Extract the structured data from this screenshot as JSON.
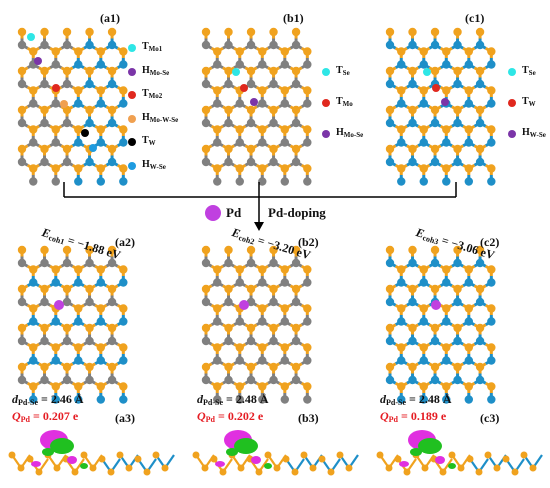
{
  "panels_top": [
    {
      "label": "(a1)"
    },
    {
      "label": "(b1)"
    },
    {
      "label": "(c1)"
    }
  ],
  "legend_a1": [
    {
      "sym": "T",
      "sub": "Mo1",
      "color": "#2ee6e6"
    },
    {
      "sym": "H",
      "sub": "Mo-Se",
      "color": "#7b35a8"
    },
    {
      "sym": "T",
      "sub": "Mo2",
      "color": "#e0281e"
    },
    {
      "sym": "H",
      "sub": "Mo-W-Se",
      "color": "#f0a050"
    },
    {
      "sym": "T",
      "sub": "W",
      "color": "#000000"
    },
    {
      "sym": "H",
      "sub": "W-Se",
      "color": "#1e9be0"
    }
  ],
  "legend_b1": [
    {
      "sym": "T",
      "sub": "Se",
      "color": "#2ee6e6"
    },
    {
      "sym": "T",
      "sub": "Mo",
      "color": "#e0281e"
    },
    {
      "sym": "H",
      "sub": "Mo-Se",
      "color": "#7b35a8"
    }
  ],
  "legend_c1": [
    {
      "sym": "T",
      "sub": "Se",
      "color": "#2ee6e6"
    },
    {
      "sym": "T",
      "sub": "W",
      "color": "#e0281e"
    },
    {
      "sym": "H",
      "sub": "W-Se",
      "color": "#7b35a8"
    }
  ],
  "doping": {
    "atom": "Pd",
    "label": "Pd-doping",
    "atom_color": "#c040e0"
  },
  "panels_mid": [
    {
      "label": "(a2)",
      "ecoh_sym": "E",
      "ecoh_sub": "coh1",
      "ecoh_val": " = −1.88 eV"
    },
    {
      "label": "(b2)",
      "ecoh_sym": "E",
      "ecoh_sub": "coh2",
      "ecoh_val": " = −3.20 eV"
    },
    {
      "label": "(c2)",
      "ecoh_sym": "E",
      "ecoh_sub": "coh3",
      "ecoh_val": " = −3.06 eV"
    }
  ],
  "bond": [
    {
      "sym": "d",
      "sub": "Pd-Se",
      "val": " = 2.46 Å"
    },
    {
      "sym": "d",
      "sub": "Pd-Se",
      "val": " = 2.48 Å"
    },
    {
      "sym": "d",
      "sub": "Pd-Se",
      "val": " = 2.48 Å"
    }
  ],
  "charge": [
    {
      "sym": "Q",
      "sub": "Pd",
      "val": " = 0.207 e"
    },
    {
      "sym": "Q",
      "sub": "Pd",
      "val": " = 0.202 e"
    },
    {
      "sym": "Q",
      "sub": "Pd",
      "val": " = 0.189 e"
    }
  ],
  "panels_bot": [
    {
      "label": "(a3)"
    },
    {
      "label": "(b3)"
    },
    {
      "label": "(c3)"
    }
  ],
  "colors": {
    "se": "#f0a21e",
    "mo": "#808080",
    "w": "#1e8fc8",
    "pd": "#c040e0",
    "charge_pos": "#e030e0",
    "charge_neg": "#20c020"
  }
}
